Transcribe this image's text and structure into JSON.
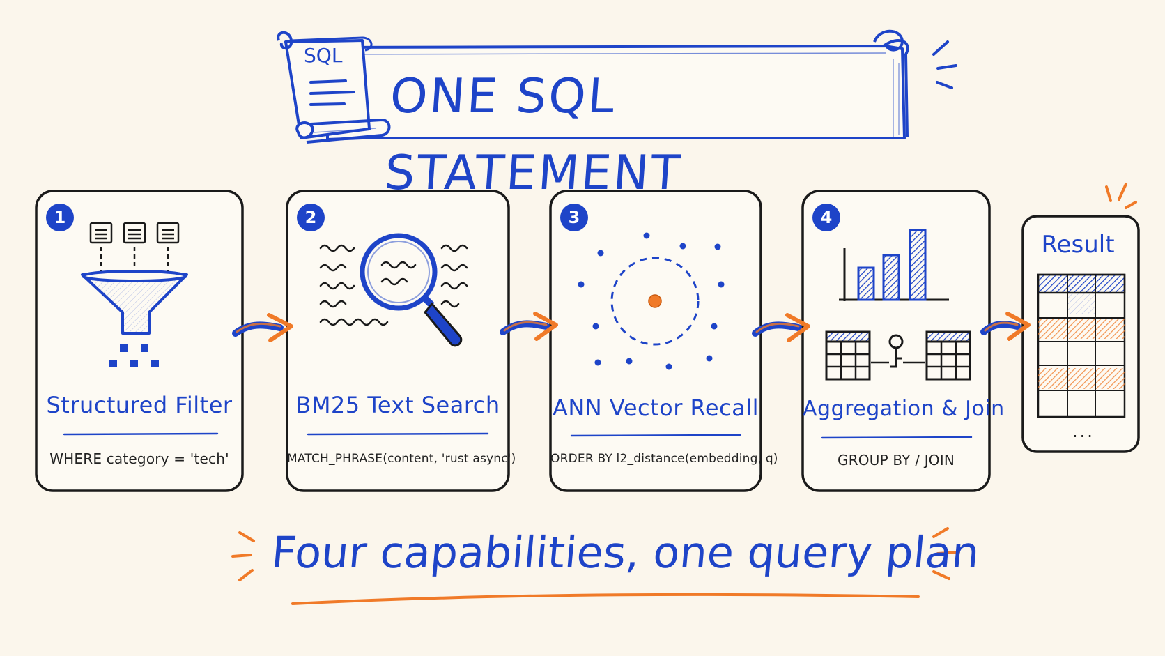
{
  "banner": {
    "title": "ONE SQL STATEMENT",
    "scroll_tag": "SQL",
    "scroll_icon": "scroll-icon"
  },
  "stages": [
    {
      "number": "1",
      "title": "Structured Filter",
      "code": "WHERE category = 'tech'",
      "icon": "funnel-icon"
    },
    {
      "number": "2",
      "title": "BM25 Text Search",
      "code": "MATCH_PHRASE(content, 'rust async')",
      "icon": "magnifier-icon"
    },
    {
      "number": "3",
      "title": "ANN Vector Recall",
      "code": "ORDER BY l2_distance(embedding, q)",
      "icon": "vector-cluster-icon"
    },
    {
      "number": "4",
      "title": "Aggregation & Join",
      "code": "GROUP BY / JOIN",
      "icon": "bar-chart-icon"
    }
  ],
  "result": {
    "title": "Result",
    "more": "...",
    "icon": "result-table-icon"
  },
  "tagline": "Four capabilities, one query plan",
  "colors": {
    "background": "#fbf6ec",
    "primary_blue": "#1e44c8",
    "accent_orange": "#f07a28",
    "ink": "#222222"
  }
}
